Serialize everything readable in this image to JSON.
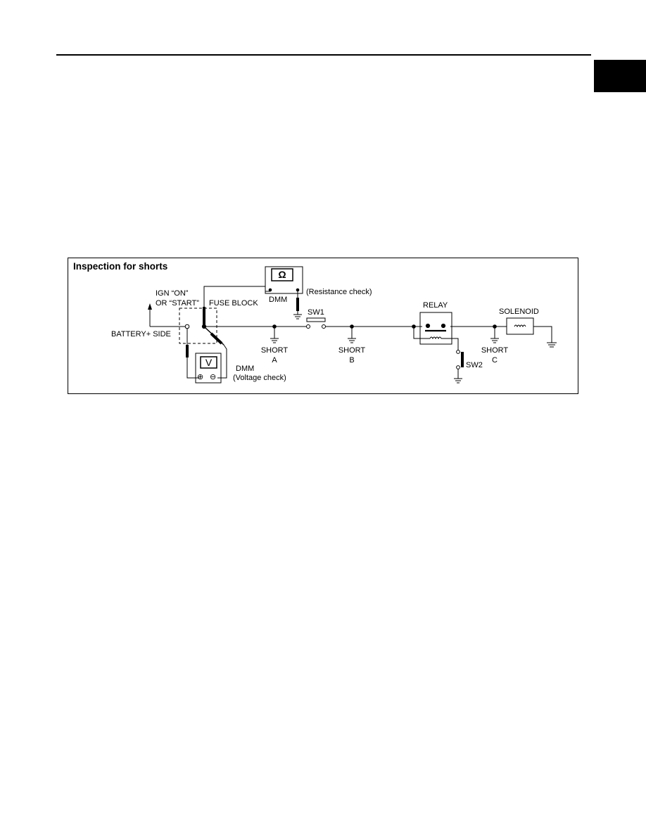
{
  "figure": {
    "title": "Inspection for shorts",
    "labels": {
      "ign_line1": "IGN “ON”",
      "ign_line2": "OR “START”",
      "fuse_block": "FUSE BLOCK",
      "battery_side": "BATTERY+ SIDE",
      "dmm_top": "DMM",
      "resistance_check": "(Resistance check)",
      "dmm_bottom": "DMM",
      "voltage_check": "(Voltage check)",
      "sw1": "SW1",
      "sw2": "SW2",
      "relay": "RELAY",
      "solenoid": "SOLENOID",
      "short_a_1": "SHORT",
      "short_a_2": "A",
      "short_b_1": "SHORT",
      "short_b_2": "B",
      "short_c_1": "SHORT",
      "short_c_2": "C"
    },
    "meter_symbols": {
      "ohm": "Ω",
      "volt": "V",
      "plus": "⊕",
      "minus": "⊖"
    }
  }
}
